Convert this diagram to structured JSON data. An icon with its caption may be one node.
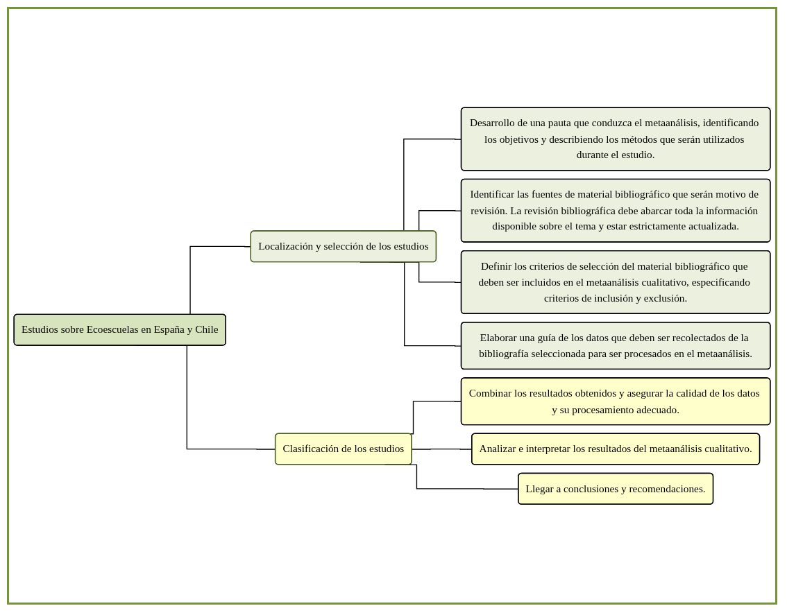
{
  "diagram": {
    "nodes": [
      {
        "text": [
          "Estudios sobre Ecoescuelas en España y Chile"
        ]
      },
      {
        "text": [
          "Localización y selección de los estudios"
        ]
      },
      {
        "text": [
          "Desarrollo de una pauta que conduzca el metaanálisis, identificando los objetivos y describiendo los métodos que serán utilizados durante el estudio."
        ]
      },
      {
        "text": [
          "Identificar las fuentes de material bibliográfico que serán motivo de revisión. La revisión bibliográfica debe abarcar toda la información disponible sobre el tema y estar estrictamente actualizada."
        ]
      },
      {
        "text": [
          "Definir los criterios de selección del material bibliográfico que deben ser incluidos en el metaanálisis cualitativo, especificando criterios de inclusión y exclusión."
        ]
      },
      {
        "text": [
          "Elaborar una guía de los datos que deben ser recolectados de la bibliografía seleccionada para ser procesados en el metaanálisis."
        ]
      },
      {
        "text": [
          "Clasificación de los estudios"
        ]
      },
      {
        "text": [
          "Combinar los resultados obtenidos y asegurar la calidad de los datos y su procesamiento adecuado."
        ]
      },
      {
        "text": [
          "Analizar e interpretar los resultados del metaanálisis cualitativo."
        ]
      },
      {
        "text": [
          "Llegar a conclusiones y recomendaciones."
        ]
      }
    ],
    "edges": [
      {
        "from": 0,
        "to": 1,
        "arrow": "none"
      },
      {
        "from": 1,
        "to": 2,
        "arrow": "none"
      },
      {
        "from": 1,
        "to": 3,
        "arrow": "none"
      },
      {
        "from": 1,
        "to": 4,
        "arrow": "none"
      },
      {
        "from": 1,
        "to": 5,
        "arrow": "none"
      },
      {
        "from": 0,
        "to": 6,
        "arrow": "none"
      },
      {
        "from": 6,
        "to": 7,
        "arrow": "none"
      },
      {
        "from": 6,
        "to": 8,
        "arrow": "none"
      },
      {
        "from": 6,
        "to": 9,
        "arrow": "none"
      }
    ]
  }
}
